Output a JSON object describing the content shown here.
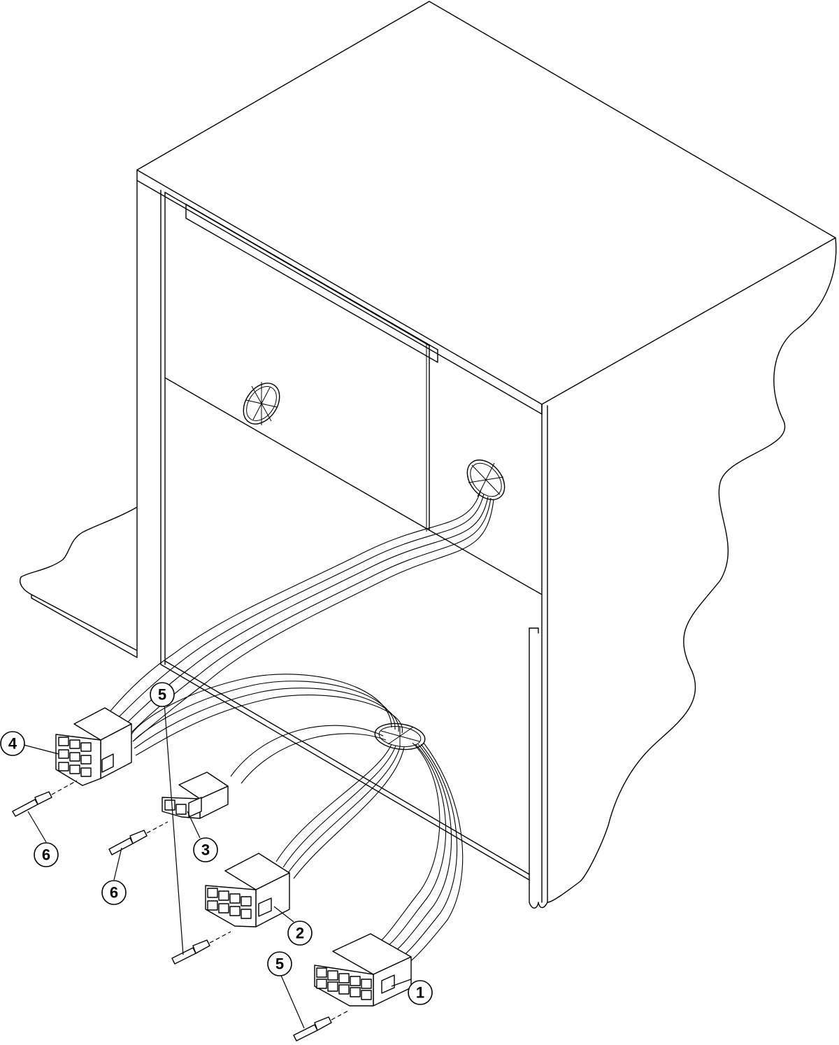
{
  "callouts": [
    {
      "id": "callout-1",
      "label": "1"
    },
    {
      "id": "callout-2",
      "label": "2"
    },
    {
      "id": "callout-3",
      "label": "3"
    },
    {
      "id": "callout-4",
      "label": "4"
    },
    {
      "id": "callout-5a",
      "label": "5"
    },
    {
      "id": "callout-5b",
      "label": "5"
    },
    {
      "id": "callout-6a",
      "label": "6"
    },
    {
      "id": "callout-6b",
      "label": "6"
    }
  ]
}
